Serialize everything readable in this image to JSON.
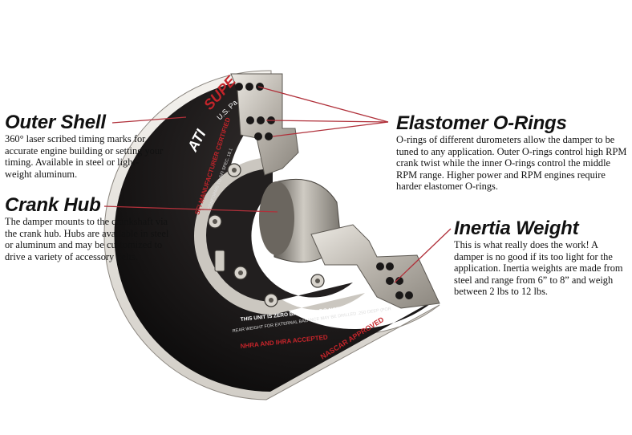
{
  "colors": {
    "leader": "#b0303a",
    "steel_light": "#d9d6d0",
    "steel_dark": "#6e6a64",
    "ring_black": "#1c1a1a",
    "label_red": "#c4242a"
  },
  "callouts": {
    "outer_shell": {
      "title": "Outer Shell",
      "body": "360° laser scribed timing marks for accurate engine building or setting your timing. Available in steel or light-weight aluminum."
    },
    "crank_hub": {
      "title": "Crank Hub",
      "body": "The damper mounts to the crankshaft via the crank hub. Hubs are available in steel or aluminum and may be customized to drive a variety of accessory belts."
    },
    "elastomer_orings": {
      "title": "Elastomer O-Rings",
      "body": "O-rings of different durometers allow the damper to be tuned to any application. Outer O-rings control high RPM crank twist while the inner O-rings control the middle RPM range. Higher power and RPM engines require harder elastomer O-rings."
    },
    "inertia_weight": {
      "title": "Inertia Weight",
      "body": "This is what really does the work! A damper is no good if its too light for the application. Inertia weights are made from steel and range from 6” to 8” and weigh between 2 lbs to 12 lbs."
    }
  },
  "damper_labels": {
    "brand": "ATI",
    "brand_suffix": "SUPE",
    "sfi_certified": "SFI MANUFACTURER CERTIFIED",
    "conforms": "CONFORMS TO SFI SPEC. 18.1",
    "zero_balance": "THIS UNIT IS ZERO BALANCE - DO NOT DRILL",
    "rear_weight": "REAR WEIGHT FOR EXTERNAL BALANCE MAY BE DRILLED .250 DEEP (POR",
    "nhra": "NHRA AND IHRA ACCEPTED",
    "nascar": "NASCAR APPROVED",
    "us_pat": "U.S. Pa"
  }
}
